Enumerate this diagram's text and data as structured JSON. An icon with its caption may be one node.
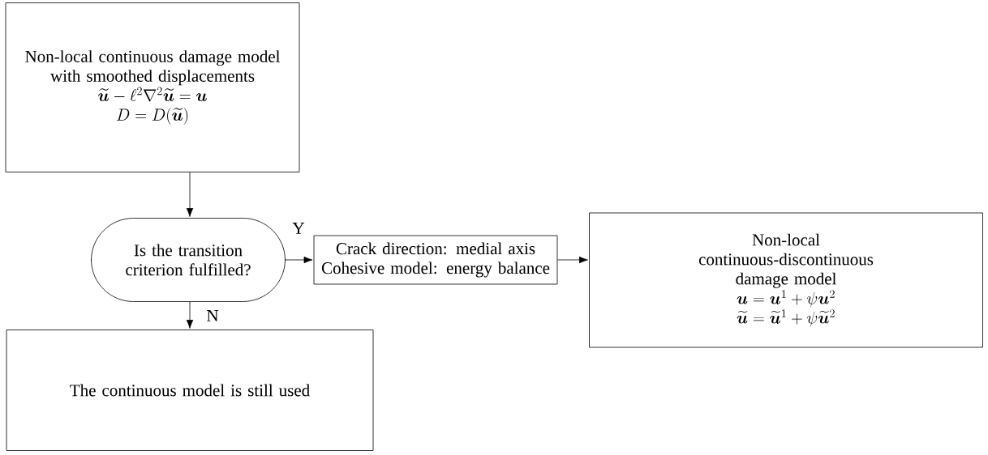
{
  "diagram": {
    "nodes": [
      {
        "text": [
          "Non-local continuous damage model with smoothed displacements",
          "\\widetilde{\\boldsymbol{u}} - \\ell^2\\nabla^2\\widetilde{\\boldsymbol{u}} = \\boldsymbol{u}",
          "D = D(\\widetilde{\\boldsymbol{u}})"
        ]
      },
      {
        "text": [
          "Is the transition criterion fulfilled?"
        ]
      },
      {
        "text": [
          "Crack direction: medial axis",
          "Cohesive model: energy balance"
        ]
      },
      {
        "text": [
          "Non-local continuous-discontinuous damage model",
          "\\boldsymbol{u} = \\boldsymbol{u}^1 + \\psi\\boldsymbol{u}^2",
          "\\widetilde{\\boldsymbol{u}} = \\widetilde{\\boldsymbol{u}}^1 + \\psi\\widetilde{\\boldsymbol{u}}^2"
        ]
      },
      {
        "text": [
          "The continuous model is still used"
        ]
      }
    ],
    "edges": [
      {
        "from": 0,
        "to": 1,
        "arrow": "to"
      },
      {
        "from": 1,
        "to": 2,
        "arrow": "to",
        "label": "Y"
      },
      {
        "from": 2,
        "to": 3,
        "arrow": "to"
      },
      {
        "from": 1,
        "to": 4,
        "arrow": "to",
        "label": "N"
      }
    ]
  }
}
